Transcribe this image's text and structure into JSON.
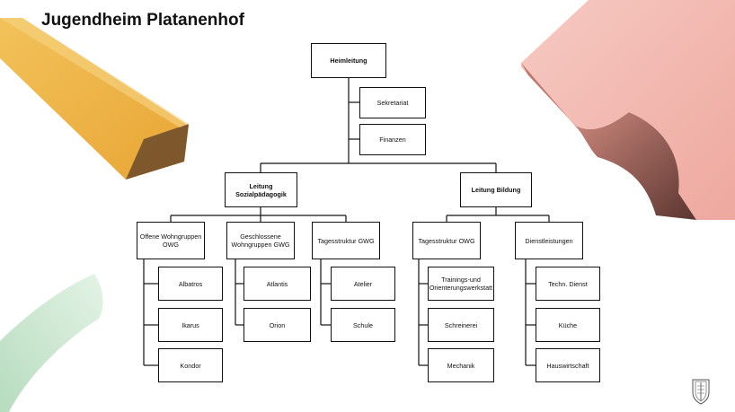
{
  "title": "Jugendheim Platanenhof",
  "top": {
    "head": "Heimleitung",
    "staff": [
      "Sekretariat",
      "Finanzen"
    ]
  },
  "divisions": [
    {
      "name": "Leitung Sozialpädagogik",
      "name_lines": [
        "Leitung",
        "Sozialpädagogik"
      ],
      "groups": [
        {
          "name": "Offene Wohngruppen OWG",
          "lines": [
            "Offene Wohngruppen",
            "OWG"
          ],
          "units": [
            "Albatros",
            "Ikarus",
            "Kondor"
          ]
        },
        {
          "name": "Geschlossene Wohngruppen GWG",
          "lines": [
            "Geschlossene",
            "Wohngruppen GWG"
          ],
          "units": [
            "Atlantis",
            "Orion"
          ]
        },
        {
          "name": "Tagesstruktur GWG",
          "lines": [
            "Tagesstruktur GWG"
          ],
          "units": [
            "Atelier",
            "Schule"
          ]
        }
      ]
    },
    {
      "name": "Leitung Bildung",
      "name_lines": [
        "Leitung Bildung"
      ],
      "groups": [
        {
          "name": "Tagesstruktur OWG",
          "lines": [
            "Tagesstruktur OWG"
          ],
          "units": [
            "Trainings-und Orienterungswerkstatt",
            "Schreinerei",
            "Mechanik"
          ]
        },
        {
          "name": "Dienstleistungen",
          "lines": [
            "Dienstleistungen"
          ],
          "units": [
            "Techn. Dienst",
            "Küche",
            "Hauswirtschaft"
          ]
        }
      ]
    }
  ],
  "unit_lines": {
    "Trainings-und Orienterungswerkstatt": [
      "Trainings-und",
      "Orienterungswerkstatt"
    ]
  },
  "logo": {
    "name": "canton-coat-of-arms"
  },
  "colors": {
    "line": "#111111",
    "orange": "#eeaa3a",
    "pink": "#f0b3ab",
    "green": "#d3ebd7"
  }
}
